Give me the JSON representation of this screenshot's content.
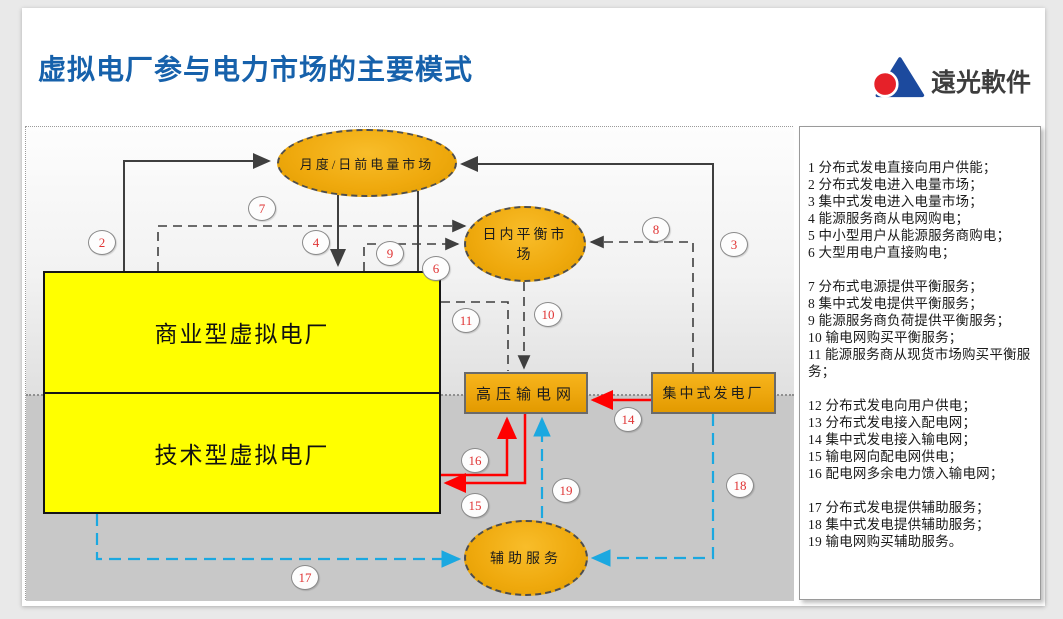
{
  "slide": {
    "title": "虚拟电厂参与电力市场的主要模式",
    "logo_text": "遠光軟件"
  },
  "colors": {
    "title_blue": "#1661ab",
    "node_orange": "#efa90d",
    "vpp_yellow": "#ffff00",
    "flow_dark": "#3f3f3f",
    "flow_red": "#ff0000",
    "flow_cyan": "#1ba8e0",
    "badge_number_red": "#e03434"
  },
  "diagram": {
    "nodes": {
      "monthly_market": "月度/日前电量市场",
      "intraday_market": "日内平衡市场",
      "ancillary_services": "辅助服务",
      "commercial_vpp": "商业型虚拟电厂",
      "technical_vpp": "技术型虚拟电厂",
      "transmission_grid": "高压输电网",
      "central_plant": "集中式发电厂"
    },
    "badges": [
      "2",
      "7",
      "4",
      "9",
      "6",
      "8",
      "3",
      "11",
      "10",
      "14",
      "16",
      "15",
      "19",
      "18",
      "17"
    ]
  },
  "legend": {
    "items": [
      "1 分布式发电直接向用户供能；",
      "2 分布式发电进入电量市场；",
      "3 集中式发电进入电量市场；",
      "4 能源服务商从电网购电；",
      "5 中小型用户从能源服务商购电；",
      "6 大型用电户直接购电；",
      "7 分布式电源提供平衡服务；",
      "8 集中式发电提供平衡服务；",
      "9 能源服务商负荷提供平衡服务；",
      "10 输电网购买平衡服务；",
      "11 能源服务商从现货市场购买平衡服务；",
      "12 分布式发电向用户供电；",
      "13 分布式发电接入配电网；",
      "14 集中式发电接入输电网；",
      "15 输电网向配电网供电；",
      "16 配电网多余电力馈入输电网；",
      "17 分布式发电提供辅助服务；",
      "18 集中式发电提供辅助服务；",
      "19 输电网购买辅助服务。"
    ]
  }
}
